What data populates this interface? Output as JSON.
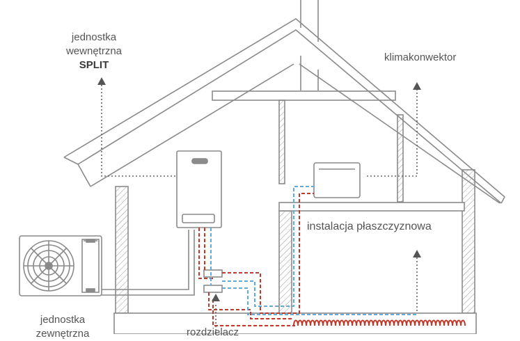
{
  "labels": {
    "indoor_unit": [
      "jednostka",
      "wewnętrzna",
      "SPLIT"
    ],
    "fan_coil": "klimakonwektor",
    "surface_installation": "instalacja płaszczyznowa",
    "outdoor_unit": [
      "jednostka",
      "zewnętrzna"
    ],
    "manifold": "rozdzielacz"
  },
  "colors": {
    "outline": "#8a8a8a",
    "supply_pipe": "#c0392b",
    "return_pipe": "#5dade2",
    "arrow": "#555555",
    "text": "#555555"
  },
  "icons": {
    "arrow": "triangle-arrow-up",
    "fan": "fan-grille-icon"
  }
}
